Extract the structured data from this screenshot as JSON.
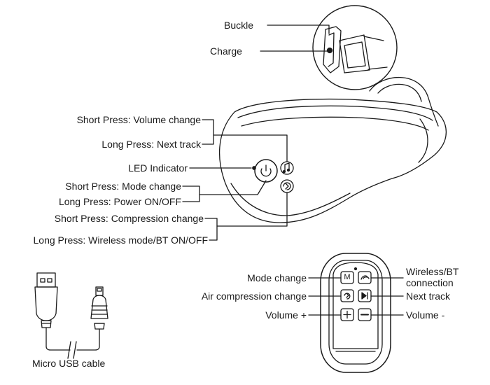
{
  "buckle_detail": {
    "buckle": "Buckle",
    "charge": "Charge"
  },
  "headset_callouts": {
    "music_button": {
      "short": "Short Press: Volume change",
      "long": "Long Press: Next track"
    },
    "led": "LED Indicator",
    "power_button": {
      "short": "Short Press: Mode change",
      "long": "Long Press: Power ON/OFF"
    },
    "air_button": {
      "short": "Short Press: Compression change",
      "long": "Long Press: Wireless mode/BT ON/OFF"
    }
  },
  "cable": {
    "label": "Micro USB cable"
  },
  "remote": {
    "mode_button_glyph": "M",
    "left_callouts": {
      "mode": "Mode change",
      "air": "Air compression change",
      "volume_up": "Volume +"
    },
    "right_callouts": {
      "wireless_line1": "Wireless/BT",
      "wireless_line2": "connection",
      "next": "Next track",
      "volume_down": "Volume -"
    }
  },
  "colors": {
    "line": "#1a1a1a",
    "background": "#ffffff"
  }
}
